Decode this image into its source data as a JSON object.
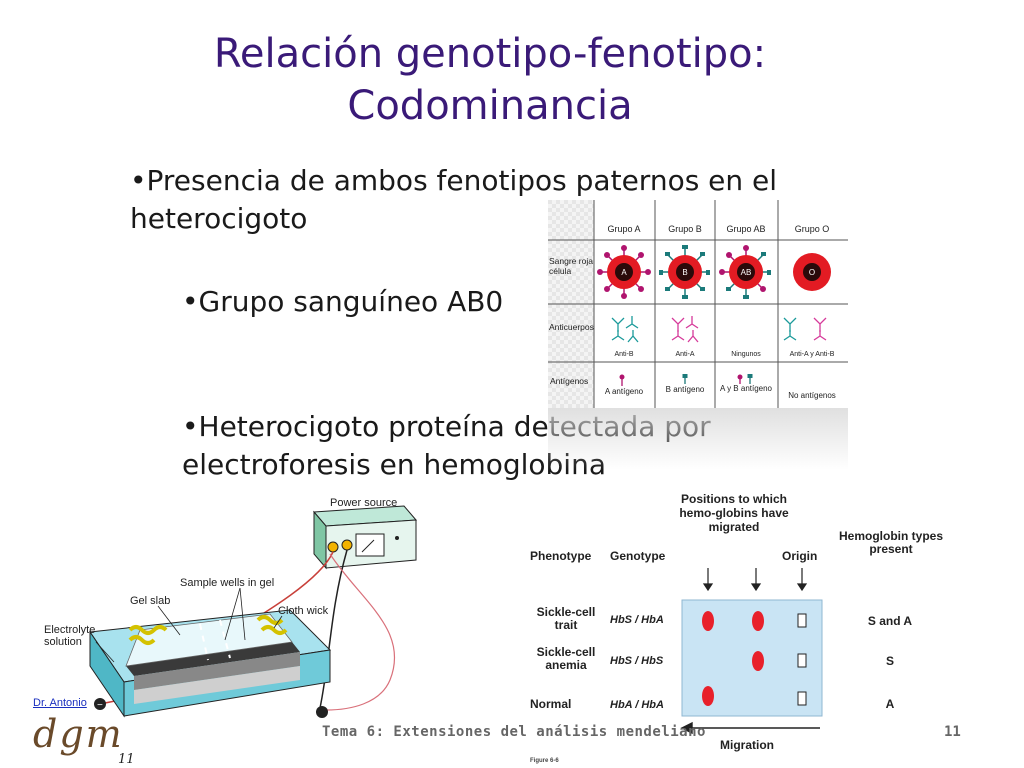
{
  "title": {
    "line1": "Relación genotipo-fenotipo:",
    "line2": "Codominancia"
  },
  "bullets": [
    "•Presencia de ambos fenotipos paternos en el heterocigoto",
    "•Grupo sanguíneo AB0",
    "•Heterocigoto proteína detectada por electroforesis en hemoglobina"
  ],
  "blood_table": {
    "columns": [
      "Grupo A",
      "Grupo B",
      "Grupo AB",
      "Grupo O"
    ],
    "rows": [
      "Sangre roja célula",
      "Anticuerpos",
      "Antígenos"
    ],
    "cell_letters": [
      "A",
      "B",
      "AB",
      "O"
    ],
    "antibodies": [
      "Anti-B",
      "Anti-A",
      "Ningunos",
      "Anti-A y Anti-B"
    ],
    "antigens": [
      "A antígeno",
      "B antígeno",
      "A y B antígeno",
      "No antígenos"
    ],
    "colors": {
      "cell": "#e31b23",
      "core": "#2a0a0a",
      "antigen_a": "#b0146e",
      "antigen_b": "#1b7a7a"
    }
  },
  "gel": {
    "power_label": "Power source",
    "wells_label": "Sample wells in gel",
    "slab_label": "Gel slab",
    "wick_label": "Cloth wick",
    "electrolyte_label": "Electrolyte solution"
  },
  "hemoglobin": {
    "positions_heading": "Positions to which hemo-globins have migrated",
    "col_phenotype": "Phenotype",
    "col_genotype": "Genotype",
    "col_origin": "Origin",
    "col_types": "Hemoglobin types present",
    "rows": [
      {
        "phenotype": "Sickle-cell trait",
        "genotype": "HbS / HbA",
        "types": "S and A"
      },
      {
        "phenotype": "Sickle-cell anemia",
        "genotype": "HbS / HbS",
        "types": "S"
      },
      {
        "phenotype": "Normal",
        "genotype": "HbA / HbA",
        "types": "A"
      }
    ],
    "migration_label": "Migration",
    "figure_caption": "Figure 6-6"
  },
  "footer": {
    "author": "Dr. Antonio",
    "logo": "dgm",
    "logo_page": "11",
    "course": "Tema 6: Extensiones del análisis mendeliano",
    "page": "11"
  }
}
